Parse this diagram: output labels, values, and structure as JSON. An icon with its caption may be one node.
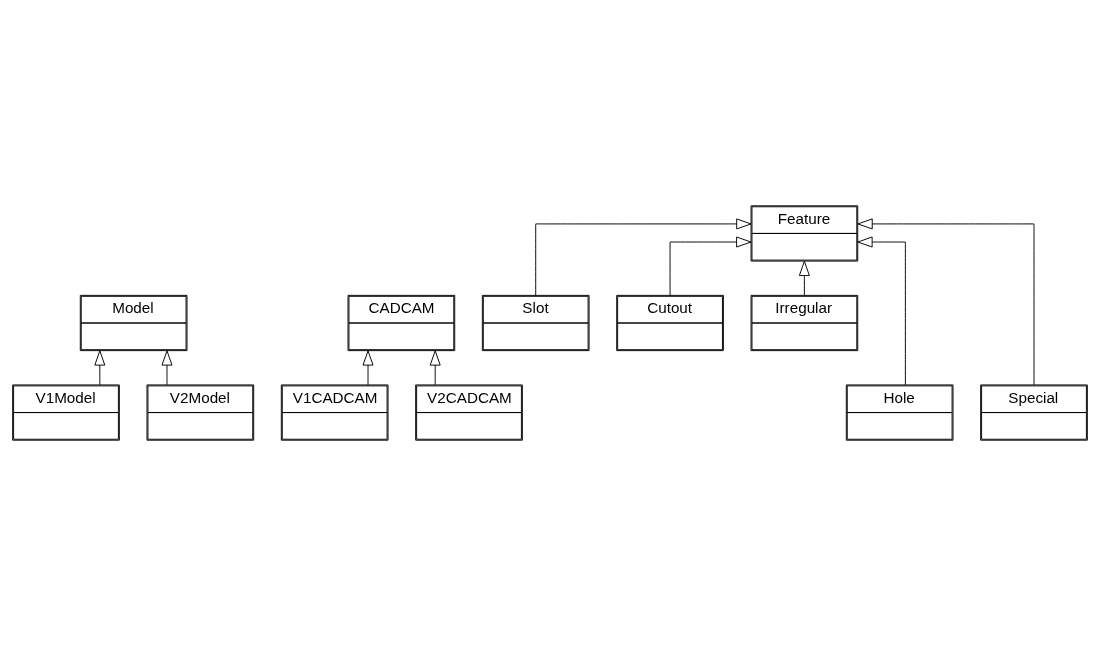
{
  "diagram": {
    "nodes": [
      {
        "text": [
          "Model"
        ]
      },
      {
        "text": [
          "CADCAM"
        ]
      },
      {
        "text": [
          "V1Model"
        ]
      },
      {
        "text": [
          "V2Model"
        ]
      },
      {
        "text": [
          "Feature"
        ]
      },
      {
        "text": [
          "V1CADCAM"
        ]
      },
      {
        "text": [
          "V2CADCAM"
        ]
      },
      {
        "text": [
          "Slot"
        ]
      },
      {
        "text": [
          "Cutout"
        ]
      },
      {
        "text": [
          "Irregular"
        ]
      },
      {
        "text": [
          "Hole"
        ]
      },
      {
        "text": [
          "Special"
        ]
      }
    ],
    "edges": [
      {
        "from": 2,
        "to": 0,
        "arrow": "to"
      },
      {
        "from": 3,
        "to": 0,
        "arrow": "to"
      },
      {
        "from": 5,
        "to": 1,
        "arrow": "to"
      },
      {
        "from": 6,
        "to": 1,
        "arrow": "to"
      },
      {
        "from": 7,
        "to": 4,
        "arrow": "to"
      },
      {
        "from": 10,
        "to": 4,
        "arrow": "to"
      },
      {
        "from": 8,
        "to": 4,
        "arrow": "to"
      },
      {
        "from": 11,
        "to": 4,
        "arrow": "to"
      },
      {
        "from": 9,
        "to": 4,
        "arrow": "to"
      }
    ]
  }
}
